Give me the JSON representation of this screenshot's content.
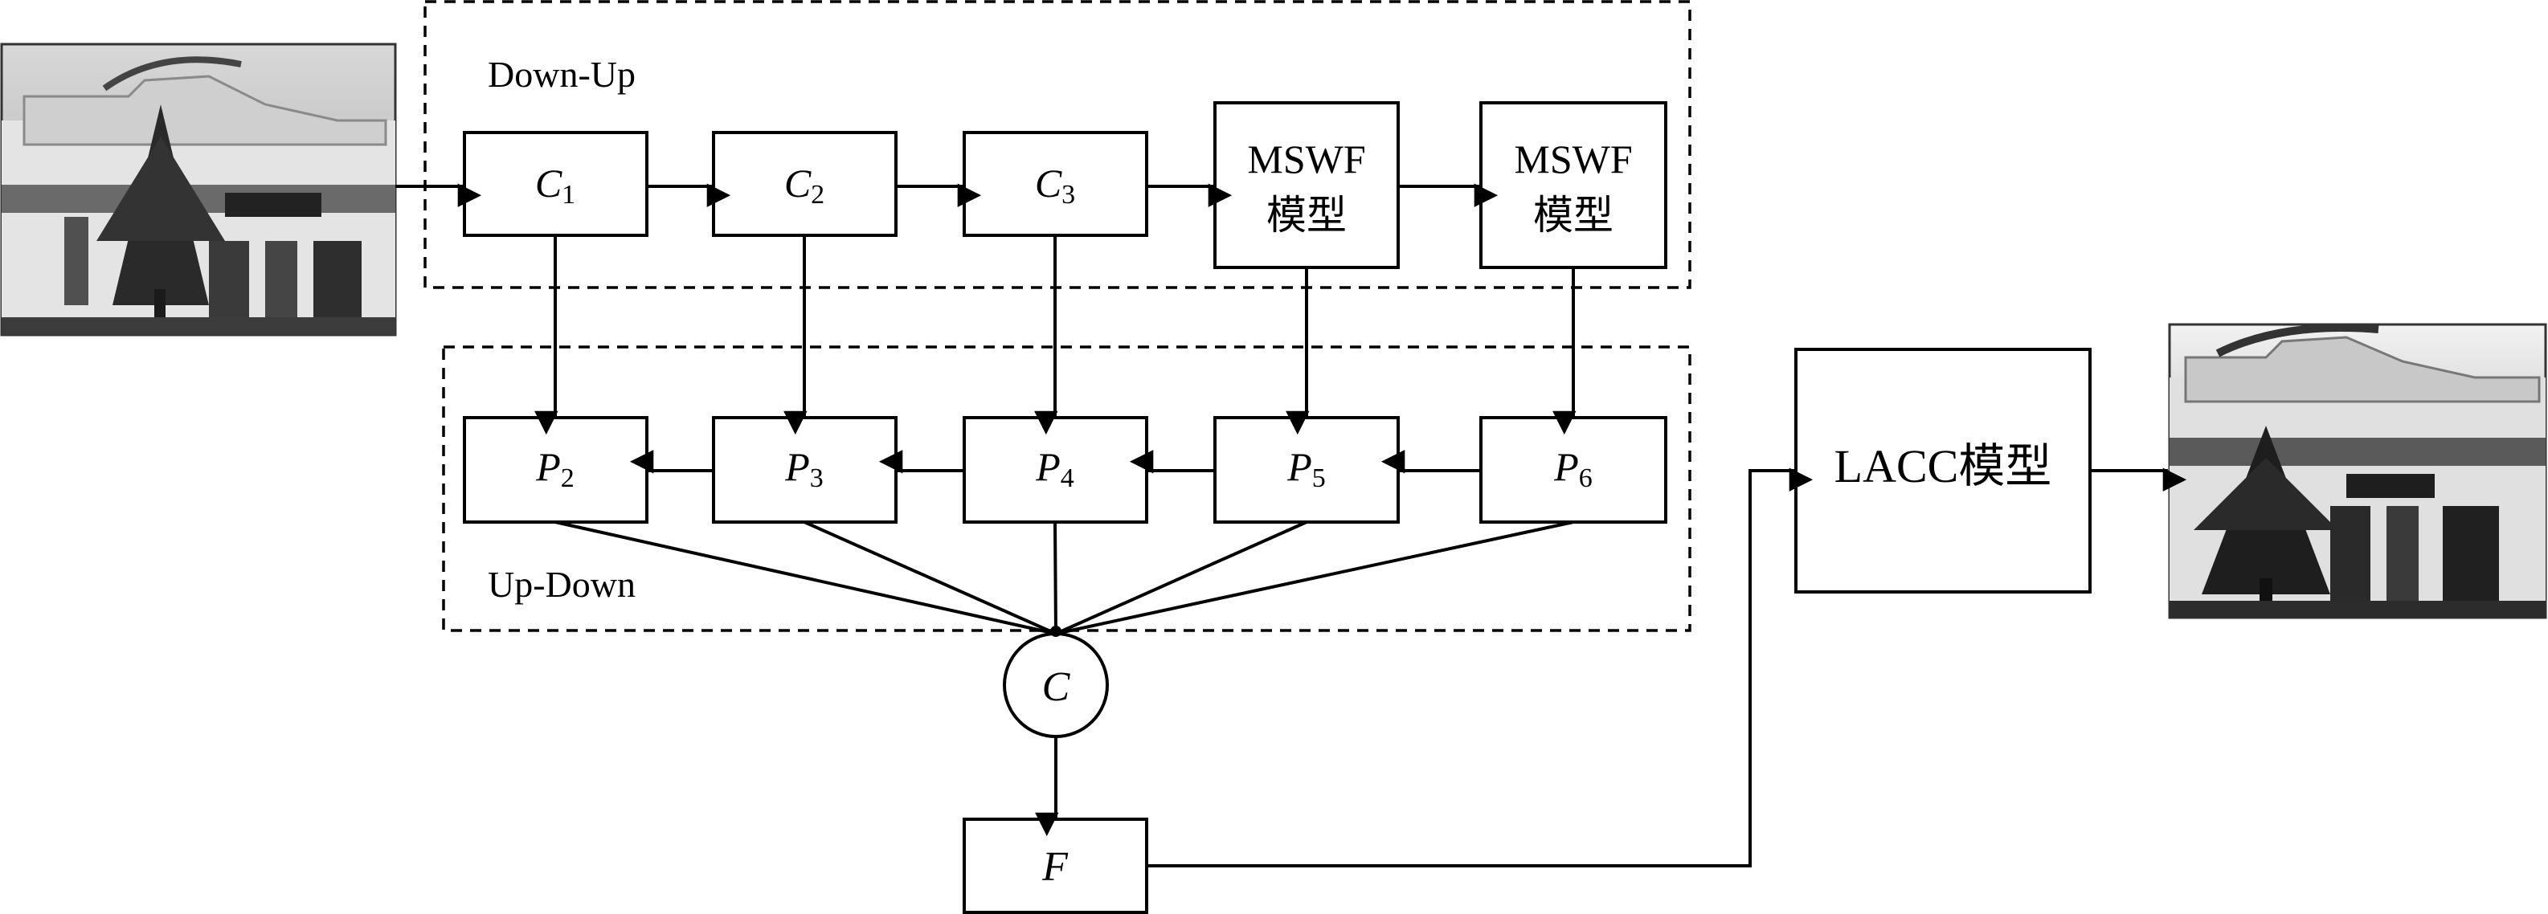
{
  "groups": {
    "down_up": "Down-Up",
    "up_down": "Up-Down"
  },
  "down_up_nodes": [
    {
      "id": "c1",
      "base": "C",
      "sub": "1"
    },
    {
      "id": "c2",
      "base": "C",
      "sub": "2"
    },
    {
      "id": "c3",
      "base": "C",
      "sub": "3"
    },
    {
      "id": "mswf1",
      "line1": "MSWF",
      "line2": "模型"
    },
    {
      "id": "mswf2",
      "line1": "MSWF",
      "line2": "模型"
    }
  ],
  "up_down_nodes": [
    {
      "id": "p2",
      "base": "P",
      "sub": "2"
    },
    {
      "id": "p3",
      "base": "P",
      "sub": "3"
    },
    {
      "id": "p4",
      "base": "P",
      "sub": "4"
    },
    {
      "id": "p5",
      "base": "P",
      "sub": "5"
    },
    {
      "id": "p6",
      "base": "P",
      "sub": "6"
    }
  ],
  "concat": "C",
  "fusion": "F",
  "lacc": "LACC模型",
  "images": {
    "input": "input-building-photo",
    "output": "output-building-photo"
  }
}
